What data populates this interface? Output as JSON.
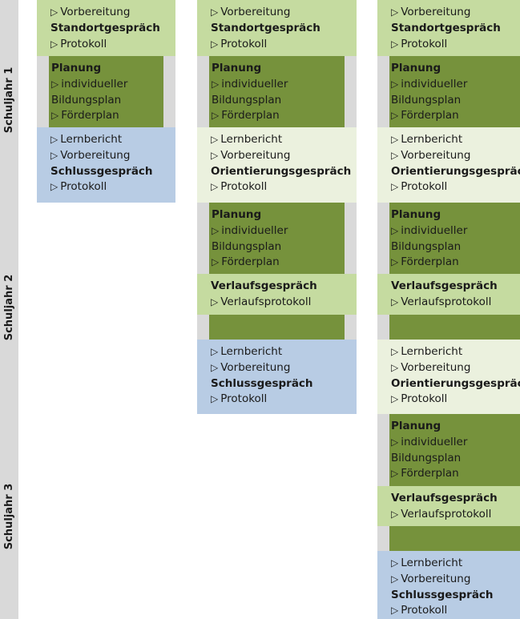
{
  "years": [
    "Schuljahr 1",
    "Schuljahr 2",
    "Schuljahr 3"
  ],
  "icons": {
    "triangle": "▷"
  },
  "colors": {
    "light_green": "#c5dba0",
    "dark_green": "#76923c",
    "blue": "#b8cce4",
    "pale_green": "#ebf1de",
    "gray": "#d9d9d9"
  },
  "columns": [
    {
      "blocks": [
        {
          "lines": [
            {
              "t": "Vorbereitung",
              "arrow": true
            },
            {
              "t": "Standortgespräch",
              "bold": true
            },
            {
              "t": "Protokoll",
              "arrow": true
            }
          ]
        },
        {
          "lines": [
            {
              "t": "Planung",
              "bold": true
            },
            {
              "t": "individueller",
              "arrow": true
            },
            {
              "t": "Bildungsplan"
            },
            {
              "t": "Förderplan",
              "arrow": true
            }
          ]
        },
        {
          "lines": [
            {
              "t": "Lernbericht",
              "arrow": true
            },
            {
              "t": "Vorbereitung",
              "arrow": true
            },
            {
              "t": "Schlussgespräch",
              "bold": true
            },
            {
              "t": "Protokoll",
              "arrow": true
            }
          ]
        }
      ]
    },
    {
      "blocks": [
        {
          "lines": [
            {
              "t": "Vorbereitung",
              "arrow": true
            },
            {
              "t": "Standortgespräch",
              "bold": true
            },
            {
              "t": "Protokoll",
              "arrow": true
            }
          ]
        },
        {
          "lines": [
            {
              "t": "Planung",
              "bold": true
            },
            {
              "t": "individueller",
              "arrow": true
            },
            {
              "t": "Bildungsplan"
            },
            {
              "t": "Förderplan",
              "arrow": true
            }
          ]
        },
        {
          "lines": [
            {
              "t": "Lernbericht",
              "arrow": true
            },
            {
              "t": "Vorbereitung",
              "arrow": true
            },
            {
              "t": "Orientierungsgespräch",
              "bold": true
            },
            {
              "t": "Protokoll",
              "arrow": true
            }
          ]
        },
        {
          "lines": [
            {
              "t": "Planung",
              "bold": true
            },
            {
              "t": "individueller",
              "arrow": true
            },
            {
              "t": "Bildungsplan"
            },
            {
              "t": "Förderplan",
              "arrow": true
            }
          ]
        },
        {
          "lines": [
            {
              "t": "Verlaufsgespräch",
              "bold": true
            },
            {
              "t": "Verlaufsprotokoll",
              "arrow": true
            }
          ]
        },
        {
          "lines": [
            {
              "t": "Lernbericht",
              "arrow": true
            },
            {
              "t": "Vorbereitung",
              "arrow": true
            },
            {
              "t": "Schlussgespräch",
              "bold": true
            },
            {
              "t": "Protokoll",
              "arrow": true
            }
          ]
        }
      ]
    },
    {
      "blocks": [
        {
          "lines": [
            {
              "t": "Vorbereitung",
              "arrow": true
            },
            {
              "t": "Standortgespräch",
              "bold": true
            },
            {
              "t": "Protokoll",
              "arrow": true
            }
          ]
        },
        {
          "lines": [
            {
              "t": "Planung",
              "bold": true
            },
            {
              "t": "individueller",
              "arrow": true
            },
            {
              "t": "Bildungsplan"
            },
            {
              "t": "Förderplan",
              "arrow": true
            }
          ]
        },
        {
          "lines": [
            {
              "t": "Lernbericht",
              "arrow": true
            },
            {
              "t": "Vorbereitung",
              "arrow": true
            },
            {
              "t": "Orientierungsgespräch",
              "bold": true
            },
            {
              "t": "Protokoll",
              "arrow": true
            }
          ]
        },
        {
          "lines": [
            {
              "t": "Planung",
              "bold": true
            },
            {
              "t": "individueller",
              "arrow": true
            },
            {
              "t": "Bildungsplan"
            },
            {
              "t": "Förderplan",
              "arrow": true
            }
          ]
        },
        {
          "lines": [
            {
              "t": "Verlaufsgespräch",
              "bold": true
            },
            {
              "t": "Verlaufsprotokoll",
              "arrow": true
            }
          ]
        },
        {
          "lines": [
            {
              "t": "Lernbericht",
              "arrow": true
            },
            {
              "t": "Vorbereitung",
              "arrow": true
            },
            {
              "t": "Orientierungsgespräch",
              "bold": true
            },
            {
              "t": "Protokoll",
              "arrow": true
            }
          ]
        },
        {
          "lines": [
            {
              "t": "Planung",
              "bold": true
            },
            {
              "t": "individueller",
              "arrow": true
            },
            {
              "t": "Bildungsplan"
            },
            {
              "t": "Förderplan",
              "arrow": true
            }
          ]
        },
        {
          "lines": [
            {
              "t": "Verlaufsgespräch",
              "bold": true
            },
            {
              "t": "Verlaufsprotokoll",
              "arrow": true
            }
          ]
        },
        {
          "lines": [
            {
              "t": "Lernbericht",
              "arrow": true
            },
            {
              "t": "Vorbereitung",
              "arrow": true
            },
            {
              "t": "Schlussgespräch",
              "bold": true
            },
            {
              "t": "Protokoll",
              "arrow": true
            }
          ]
        }
      ]
    }
  ]
}
